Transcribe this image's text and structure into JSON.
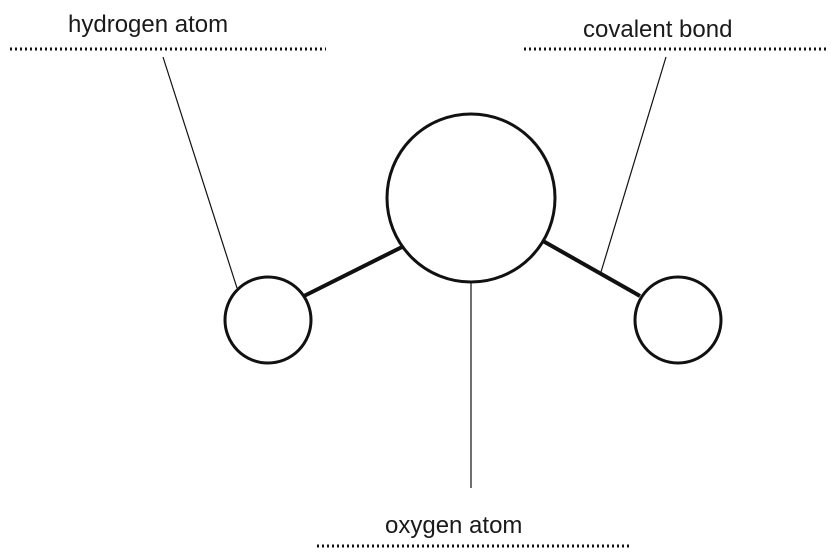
{
  "labels": {
    "hydrogen": "hydrogen atom",
    "bond": "covalent bond",
    "oxygen": "oxygen atom"
  },
  "colors": {
    "line": "#111111",
    "text": "#1a1a1a",
    "background": "#ffffff"
  }
}
